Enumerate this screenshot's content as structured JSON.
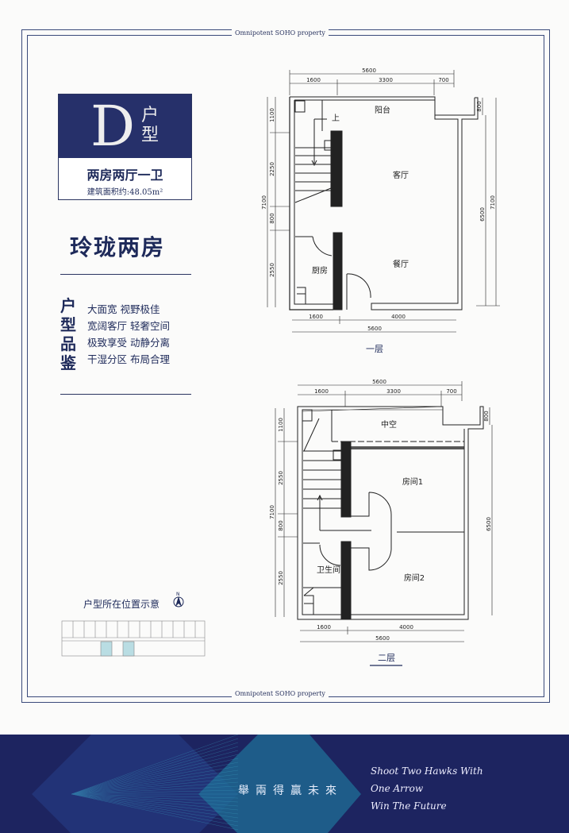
{
  "brand": {
    "top": "Omnipotent SOHO property",
    "bottom": "Omnipotent SOHO property"
  },
  "badge": {
    "letter": "D",
    "suffix": "户型",
    "title": "两房两厅一卫",
    "area": "建筑面积约:48.05m²"
  },
  "unit_name": "玲珑两房",
  "features": {
    "heading": "户型品鉴",
    "items": [
      "大面宽  视野极佳",
      "宽阔客厅  轻奢空间",
      "极致享受  动静分离",
      "干湿分区  布局合理"
    ]
  },
  "location": {
    "title": "户型所在位置示意",
    "compass": "N"
  },
  "floor1": {
    "caption": "一层",
    "rooms": {
      "balcony": "阳台",
      "living": "客厅",
      "kitchen": "厨房",
      "dining": "餐厅",
      "up": "上"
    },
    "dims": {
      "top_total": "5600",
      "top_a": "1600",
      "top_b": "3300",
      "top_c": "700",
      "left_total": "7100",
      "left_a": "1100",
      "left_b": "2250",
      "left_c": "800",
      "left_d": "2550",
      "right_a": "800",
      "right_b": "6500",
      "right_total": "7100",
      "bottom_a": "1600",
      "bottom_b": "4000",
      "bottom_total": "5600"
    }
  },
  "floor2": {
    "caption": "二层",
    "rooms": {
      "void": "中空",
      "room1": "房间1",
      "room2": "房间2",
      "bath": "卫生间"
    },
    "dims": {
      "top_total": "5600",
      "top_a": "1600",
      "top_b": "3300",
      "top_c": "700",
      "left_total": "7100",
      "left_a": "1100",
      "left_b": "2550",
      "left_c": "800",
      "left_d": "2550",
      "right_a": "800",
      "right_b": "6500",
      "bottom_a": "1600",
      "bottom_b": "4000",
      "bottom_total": "5600"
    }
  },
  "footer": {
    "slogan_cn": "舉兩得贏未來",
    "slogan_en": [
      "Shoot Two Hawks With",
      "One Arrow",
      "Win The Future"
    ]
  },
  "colors": {
    "navy": "#1d2460",
    "accent": "#2a7fa0",
    "highlight": "#b9dde3"
  }
}
